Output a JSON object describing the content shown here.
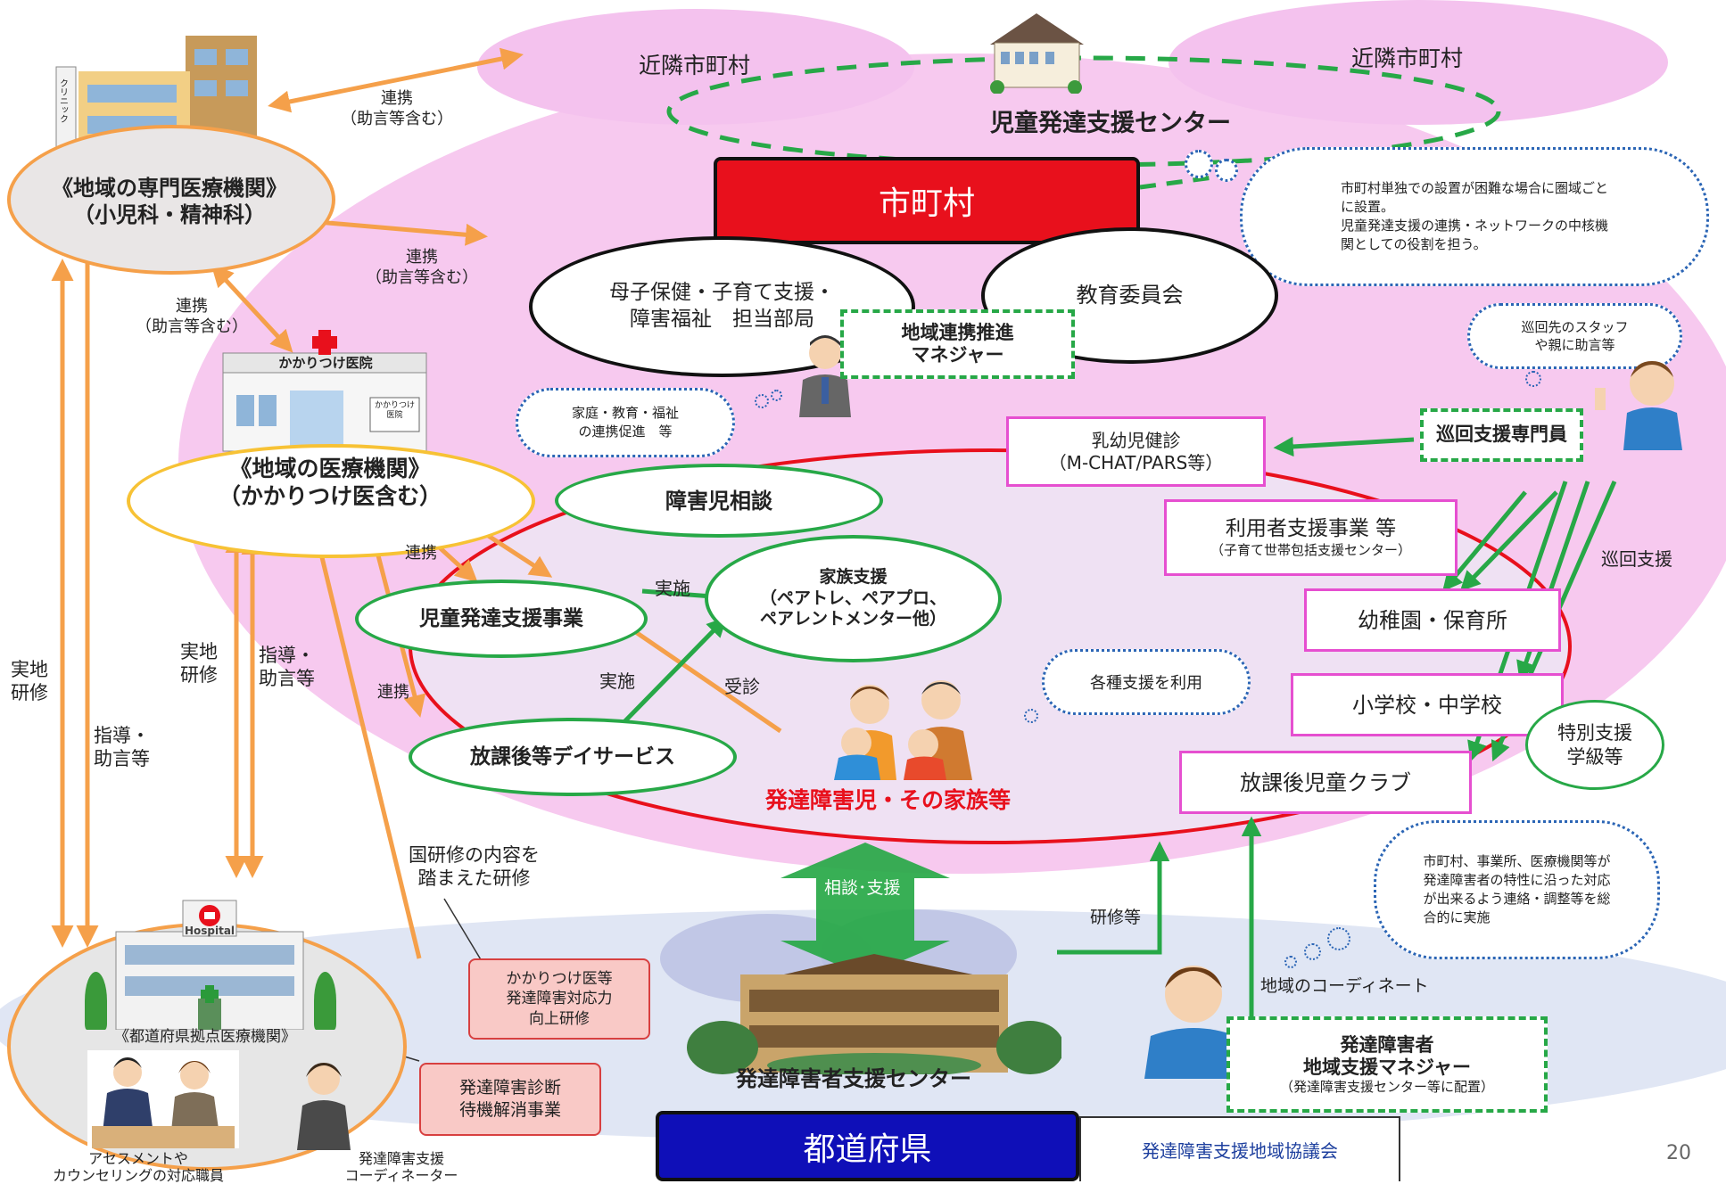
{
  "regions": {
    "neighbor_left": "近隣市町村",
    "neighbor_right": "近隣市町村",
    "municipality": "市町村",
    "prefecture": "都道府県"
  },
  "child_center": {
    "title": "児童発達支援センター"
  },
  "municipality_units": {
    "maternal_dept": "母子保健・子育て支援・\n障害福祉　担当部局",
    "education_board": "教育委員会",
    "regional_manager": "地域連携推進\nマネジャー"
  },
  "bubbles": {
    "top_right": "市町村単独での設置が困難な場合に圏域ごと\nに設置。\n児童発達支援の連携・ネットワークの中核機\n関としての役割を担う。",
    "family_edu": "家庭・教育・福祉\nの連携促進　等",
    "patrol_advice": "巡回先のスタッフ\nや親に助言等",
    "various_support": "各種支援を利用",
    "coordination": "市町村、事業所、医療機関等が\n発達障害者の特性に沿った対応\nが出来るよう連絡・調整等を総\n合的に実施"
  },
  "medical": {
    "specialist_title": "《地域の専門医療機関》\n（小児科・精神科）",
    "clinic_sign": "クリニック",
    "local_title": "《地域の医療機関》\n（かかりつけ医含む）",
    "local_sign": "かかりつけ医院",
    "local_sign_small": "かかりつけ\n医院",
    "pref_title": "《都道府県拠点医療機関》",
    "hospital_sign": "Hospital",
    "assessment_staff": "アセスメントや\nカウンセリングの対応職員",
    "coordinator": "発達障害支援\nコーディネーター"
  },
  "services": {
    "consultation": "障害児相談",
    "family_support": "家族支援\n（ペアトレ、ペアプロ、\nペアレントメンター他）",
    "child_dev_service": "児童発達支援事業",
    "after_school_day": "放課後等デイサービス",
    "target": "発達障害児・その家族等"
  },
  "community": {
    "health_check": "乳幼児健診\n（M-CHAT/PARS等）",
    "user_support": "利用者支援事業 等",
    "user_support_sub": "（子育て世帯包括支援センター）",
    "kindergarten": "幼稚園・保育所",
    "school": "小学校・中学校",
    "special_class": "特別支援\n学級等",
    "after_school_club": "放課後児童クラブ",
    "patrol_specialist": "巡回支援専門員"
  },
  "labels": {
    "link1": "連携\n（助言等含む）",
    "link2": "連携\n（助言等含む）",
    "link3": "連携\n（助言等含む）",
    "link4": "連携",
    "link5": "連携",
    "impl1": "実施",
    "impl2": "実施",
    "visit": "受診",
    "training_left": "実地\n研修",
    "guidance_left": "指導・\n助言等",
    "training_mid": "実地\n研修",
    "guidance_mid": "指導・\n助言等",
    "national_training": "国研修の内容を\n踏まえた研修",
    "patrol": "巡回支援",
    "training_etc": "研修等",
    "regional_coord": "地域のコーディネート",
    "consult_support": "相談･支援"
  },
  "callouts": {
    "gp_training": "かかりつけ医等\n発達障害対応力\n向上研修",
    "diagnosis_wait": "発達障害診断\n待機解消事業"
  },
  "support_center": {
    "title": "発達障害者支援センター"
  },
  "regional_manager_box": {
    "title": "発達障害者\n地域支援マネジャー",
    "sub": "（発達障害支援センター等に配置）"
  },
  "council": "発達障害支援地域協議会",
  "page_number": "20",
  "colors": {
    "pink_bg": "#f7c9ef",
    "red_box": "#e8101c",
    "blue_box": "#0f0fb8",
    "green": "#27a847",
    "orange": "#f5a04a",
    "magenta": "#e64fd0"
  }
}
